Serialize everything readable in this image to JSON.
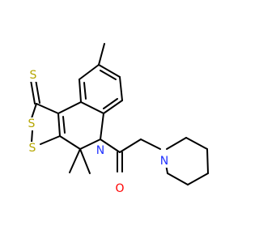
{
  "atoms": {
    "s_thione": {
      "label": "S",
      "color": "#b5a600"
    },
    "s_ring_upper": {
      "label": "S",
      "color": "#b5a600"
    },
    "s_ring_lower": {
      "label": "S",
      "color": "#b5a600"
    },
    "n_ring": {
      "label": "N",
      "color": "#2233ff"
    },
    "o_carbonyl": {
      "label": "O",
      "color": "#ff0000"
    },
    "n_piperidine": {
      "label": "N",
      "color": "#2233ff"
    }
  },
  "colors": {
    "bond": "#000000",
    "background": "#ffffff"
  }
}
